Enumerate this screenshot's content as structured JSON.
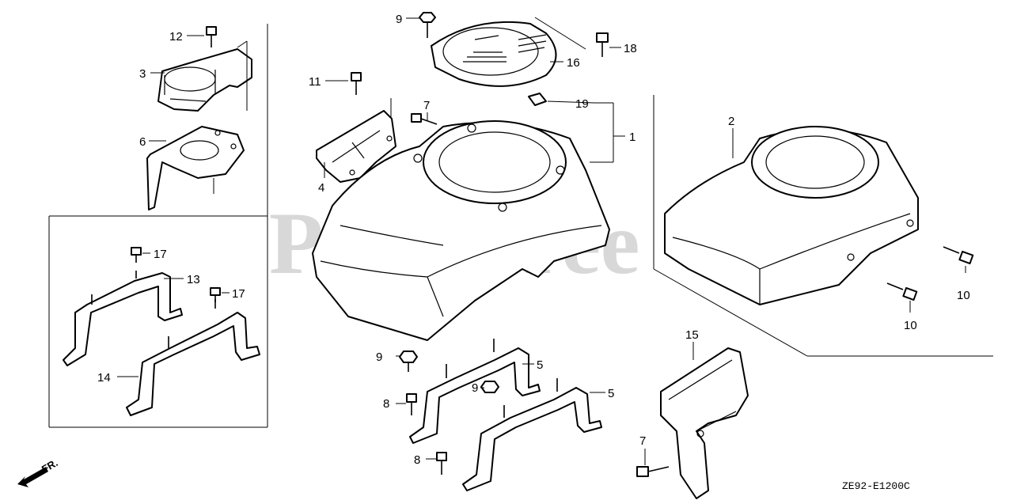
{
  "diagram": {
    "watermark": "PartsTree",
    "trademark": "™",
    "drawing_code": "ZE92-E1200C",
    "direction_label": "FR.",
    "callouts": {
      "c1": "1",
      "c2": "2",
      "c3": "3",
      "c4": "4",
      "c5a": "5",
      "c5b": "5",
      "c6": "6",
      "c7a": "7",
      "c7b": "7",
      "c8a": "8",
      "c8b": "8",
      "c9a": "9",
      "c9b": "9",
      "c9c": "9",
      "c10a": "10",
      "c10b": "10",
      "c11": "11",
      "c12": "12",
      "c13": "13",
      "c14": "14",
      "c15": "15",
      "c16": "16",
      "c17a": "17",
      "c17b": "17",
      "c18": "18",
      "c19": "19"
    }
  }
}
